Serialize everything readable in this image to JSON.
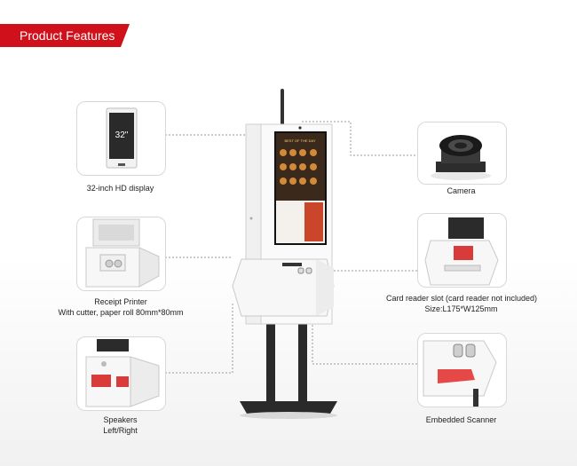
{
  "header": {
    "title": "Product Features",
    "accent_color": "#d0111b"
  },
  "features": {
    "display": {
      "screen_size_label": "32\"",
      "caption": "32-inch HD display"
    },
    "printer": {
      "caption_line1": "Receipt Printer",
      "caption_line2": "With cutter, paper roll 80mm*80mm"
    },
    "speakers": {
      "caption_line1": "Speakers",
      "caption_line2": "Left/Right"
    },
    "camera": {
      "caption": "Camera"
    },
    "card_reader": {
      "caption_line1": "Card reader slot (card reader not included)",
      "caption_line2": "Size:L175*W125mm"
    },
    "scanner": {
      "caption": "Embedded Scanner"
    }
  },
  "kiosk": {
    "screen_banner": "BEST OF THE DAY"
  },
  "icons": [
    "camera-lens-icon",
    "speaker-icon",
    "scanner-window-icon"
  ]
}
